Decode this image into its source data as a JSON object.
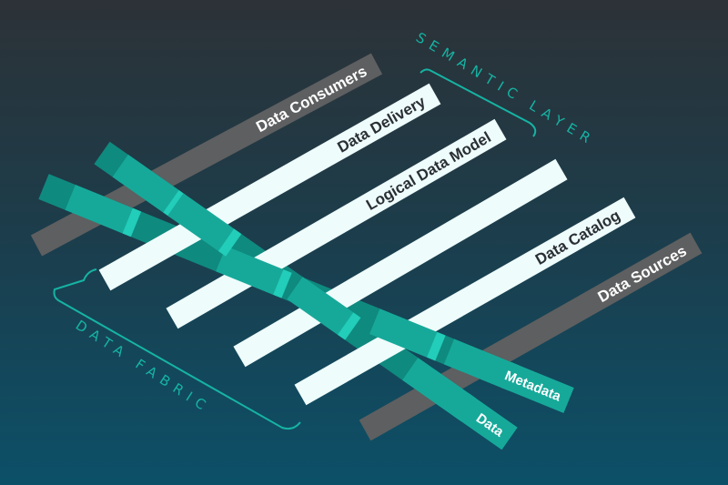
{
  "diagram": {
    "layers": {
      "consumers": "Data Consumers",
      "delivery": "Data Delivery",
      "model": "Logical Data Model",
      "unlabeled": "",
      "catalog": "Data Catalog",
      "sources": "Data Sources"
    },
    "ribbons": {
      "metadata": "Metadata",
      "data": "Data"
    },
    "sections": {
      "semantic": "SEMANTIC LAYER",
      "fabric": "DATA FABRIC"
    },
    "colors": {
      "gray_bar": "#5e5f60",
      "white_bar": "#eefcfb",
      "teal": "#16a99a",
      "teal_light": "#22cdb9",
      "bracket": "#16b3a3"
    }
  }
}
